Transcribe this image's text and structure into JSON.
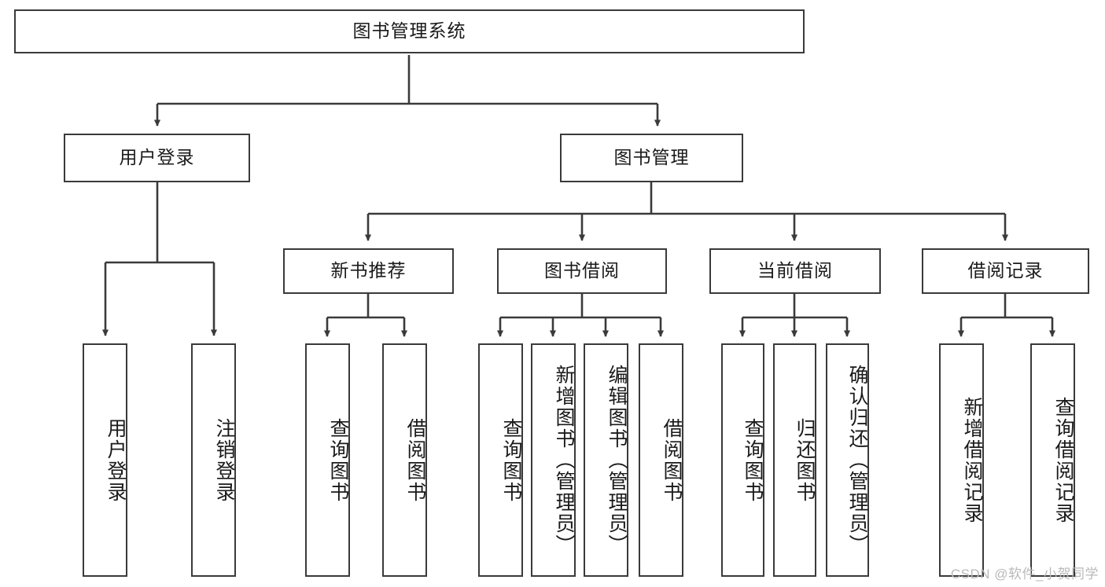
{
  "diagram": {
    "type": "tree",
    "title": "图书管理系统",
    "watermark": "CSDN @软件_小贺同学",
    "colors": {
      "stroke": "#3a3a3a",
      "fill": "#ffffff",
      "text": "#1a1a1a",
      "watermark": "#b9b9b9"
    },
    "nodes": {
      "root": {
        "label": "图书管理系统"
      },
      "level2": [
        {
          "id": "user-login",
          "label": "用户登录"
        },
        {
          "id": "book-manage",
          "label": "图书管理"
        }
      ],
      "level3": [
        {
          "id": "new-book-recommend",
          "label": "新书推荐"
        },
        {
          "id": "book-borrow",
          "label": "图书借阅"
        },
        {
          "id": "current-borrow",
          "label": "当前借阅"
        },
        {
          "id": "borrow-record",
          "label": "借阅记录"
        }
      ],
      "leaves": {
        "user-login": [
          {
            "id": "leaf-user-login",
            "label": "用户登录"
          },
          {
            "id": "leaf-logout-login",
            "label": "注销登录"
          }
        ],
        "new-book-recommend": [
          {
            "id": "leaf-query-book-1",
            "label": "查询图书"
          },
          {
            "id": "leaf-borrow-book-1",
            "label": "借阅图书"
          }
        ],
        "book-borrow": [
          {
            "id": "leaf-query-book-2",
            "label": "查询图书"
          },
          {
            "id": "leaf-add-book",
            "label": "新增图书（管理员）"
          },
          {
            "id": "leaf-edit-book",
            "label": "编辑图书（管理员）"
          },
          {
            "id": "leaf-borrow-book-2",
            "label": "借阅图书"
          }
        ],
        "current-borrow": [
          {
            "id": "leaf-query-book-3",
            "label": "查询图书"
          },
          {
            "id": "leaf-return-book",
            "label": "归还图书"
          },
          {
            "id": "leaf-confirm-return",
            "label": "确认归还（管理员）"
          }
        ],
        "borrow-record": [
          {
            "id": "leaf-add-record",
            "label": "新增借阅记录"
          },
          {
            "id": "leaf-query-record",
            "label": "查询借阅记录"
          }
        ]
      }
    }
  }
}
